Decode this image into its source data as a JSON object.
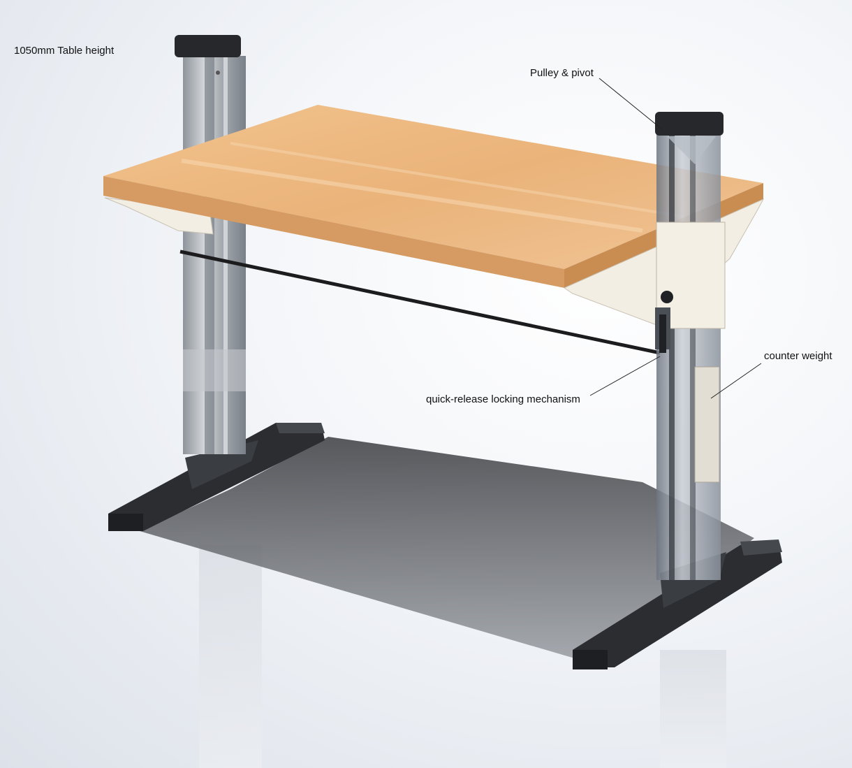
{
  "annotations": {
    "table_height": "1050mm Table height",
    "pulley_pivot": "Pulley & pivot",
    "counter_weight": "counter weight",
    "locking_mechanism": "quick-release locking mechanism"
  },
  "colors": {
    "tabletop_wood": "#e8b27a",
    "tabletop_edge": "#c98d52",
    "frame_metal": "#b9bdc3",
    "foot_black": "#2b2d30",
    "bracket_cream": "#f3eee3",
    "leader_line": "#222222"
  }
}
